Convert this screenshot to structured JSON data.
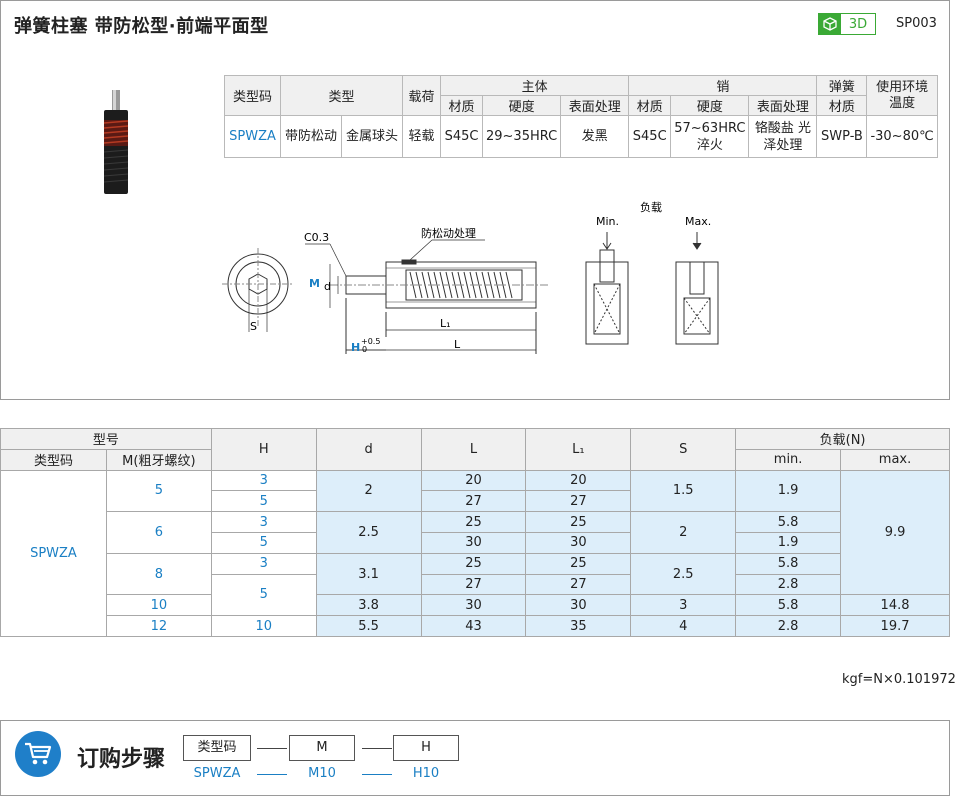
{
  "header": {
    "title": "弹簧柱塞  带防松型·前端平面型",
    "badge_3d": "3D",
    "code": "SP003"
  },
  "spec_table": {
    "h_type_code": "类型码",
    "h_type": "类型",
    "h_load": "载荷",
    "h_body": "主体",
    "h_pin": "销",
    "h_spring": "弹簧",
    "h_env": "使用环境温度",
    "h_material": "材质",
    "h_hardness": "硬度",
    "h_surface": "表面处理",
    "row": {
      "type_code": "SPWZA",
      "type1": "带防松动",
      "type2": "金属球头",
      "load": "轻载",
      "body_material": "S45C",
      "body_hardness": "29~35HRC",
      "body_surface": "发黑",
      "pin_material": "S45C",
      "pin_hardness": "57~63HRC 淬火",
      "pin_surface": "铬酸盐 光泽处理",
      "spring_material": "SWP-B",
      "env_temp": "-30~80℃"
    }
  },
  "drawing": {
    "c03": "C0.3",
    "anti_loose": "防松动处理",
    "load": "负载",
    "min": "Min.",
    "max": "Max.",
    "d": "d",
    "M": "M",
    "S": "S",
    "L1": "L₁",
    "L": "L",
    "H": "H",
    "tol_plus": "+0.5",
    "tol_zero": "0"
  },
  "dims_table": {
    "h_model": "型号",
    "h_type_code": "类型码",
    "h_m": "M(粗牙螺纹)",
    "h_H": "H",
    "h_d": "d",
    "h_L": "L",
    "h_L1": "L₁",
    "h_S": "S",
    "h_load": "负载(N)",
    "h_min": "min.",
    "h_max": "max.",
    "type_code": "SPWZA",
    "rows": [
      {
        "M": "5",
        "H": "3",
        "d": "2",
        "L": "20",
        "L1": "20",
        "S": "1.5",
        "min": "1.9",
        "max": "9.9"
      },
      {
        "M": "",
        "H": "5",
        "d": "",
        "L": "27",
        "L1": "27",
        "S": "",
        "min": "",
        "max": ""
      },
      {
        "M": "6",
        "H": "3",
        "d": "2.5",
        "L": "25",
        "L1": "25",
        "S": "2",
        "min": "5.8",
        "max": ""
      },
      {
        "M": "",
        "H": "5",
        "d": "",
        "L": "30",
        "L1": "30",
        "S": "",
        "min": "1.9",
        "max": ""
      },
      {
        "M": "8",
        "H": "3",
        "d": "3.1",
        "L": "25",
        "L1": "25",
        "S": "2.5",
        "min": "5.8",
        "max": ""
      },
      {
        "M": "",
        "H": "5",
        "d": "",
        "L": "27",
        "L1": "27",
        "S": "",
        "min": "2.8",
        "max": ""
      },
      {
        "M": "10",
        "H": "",
        "d": "3.8",
        "L": "30",
        "L1": "30",
        "S": "3",
        "min": "5.8",
        "max": "14.8"
      },
      {
        "M": "",
        "H": "10",
        "d": "",
        "L": "43",
        "L1": "",
        "S": "",
        "min": "2.8",
        "max": ""
      },
      {
        "M": "12",
        "H": "",
        "d": "5.5",
        "L": "",
        "L1": "35",
        "S": "4",
        "min": "",
        "max": "19.7"
      }
    ]
  },
  "note": "kgf=N×0.101972",
  "order": {
    "title": "订购步骤",
    "box1": "类型码",
    "box2": "M",
    "box3": "H",
    "val1": "SPWZA",
    "val2": "M10",
    "val3": "H10"
  },
  "colors": {
    "accent_blue": "#1a7fc4",
    "cell_blue": "#ddeefa",
    "green_3d": "#3aa935"
  }
}
